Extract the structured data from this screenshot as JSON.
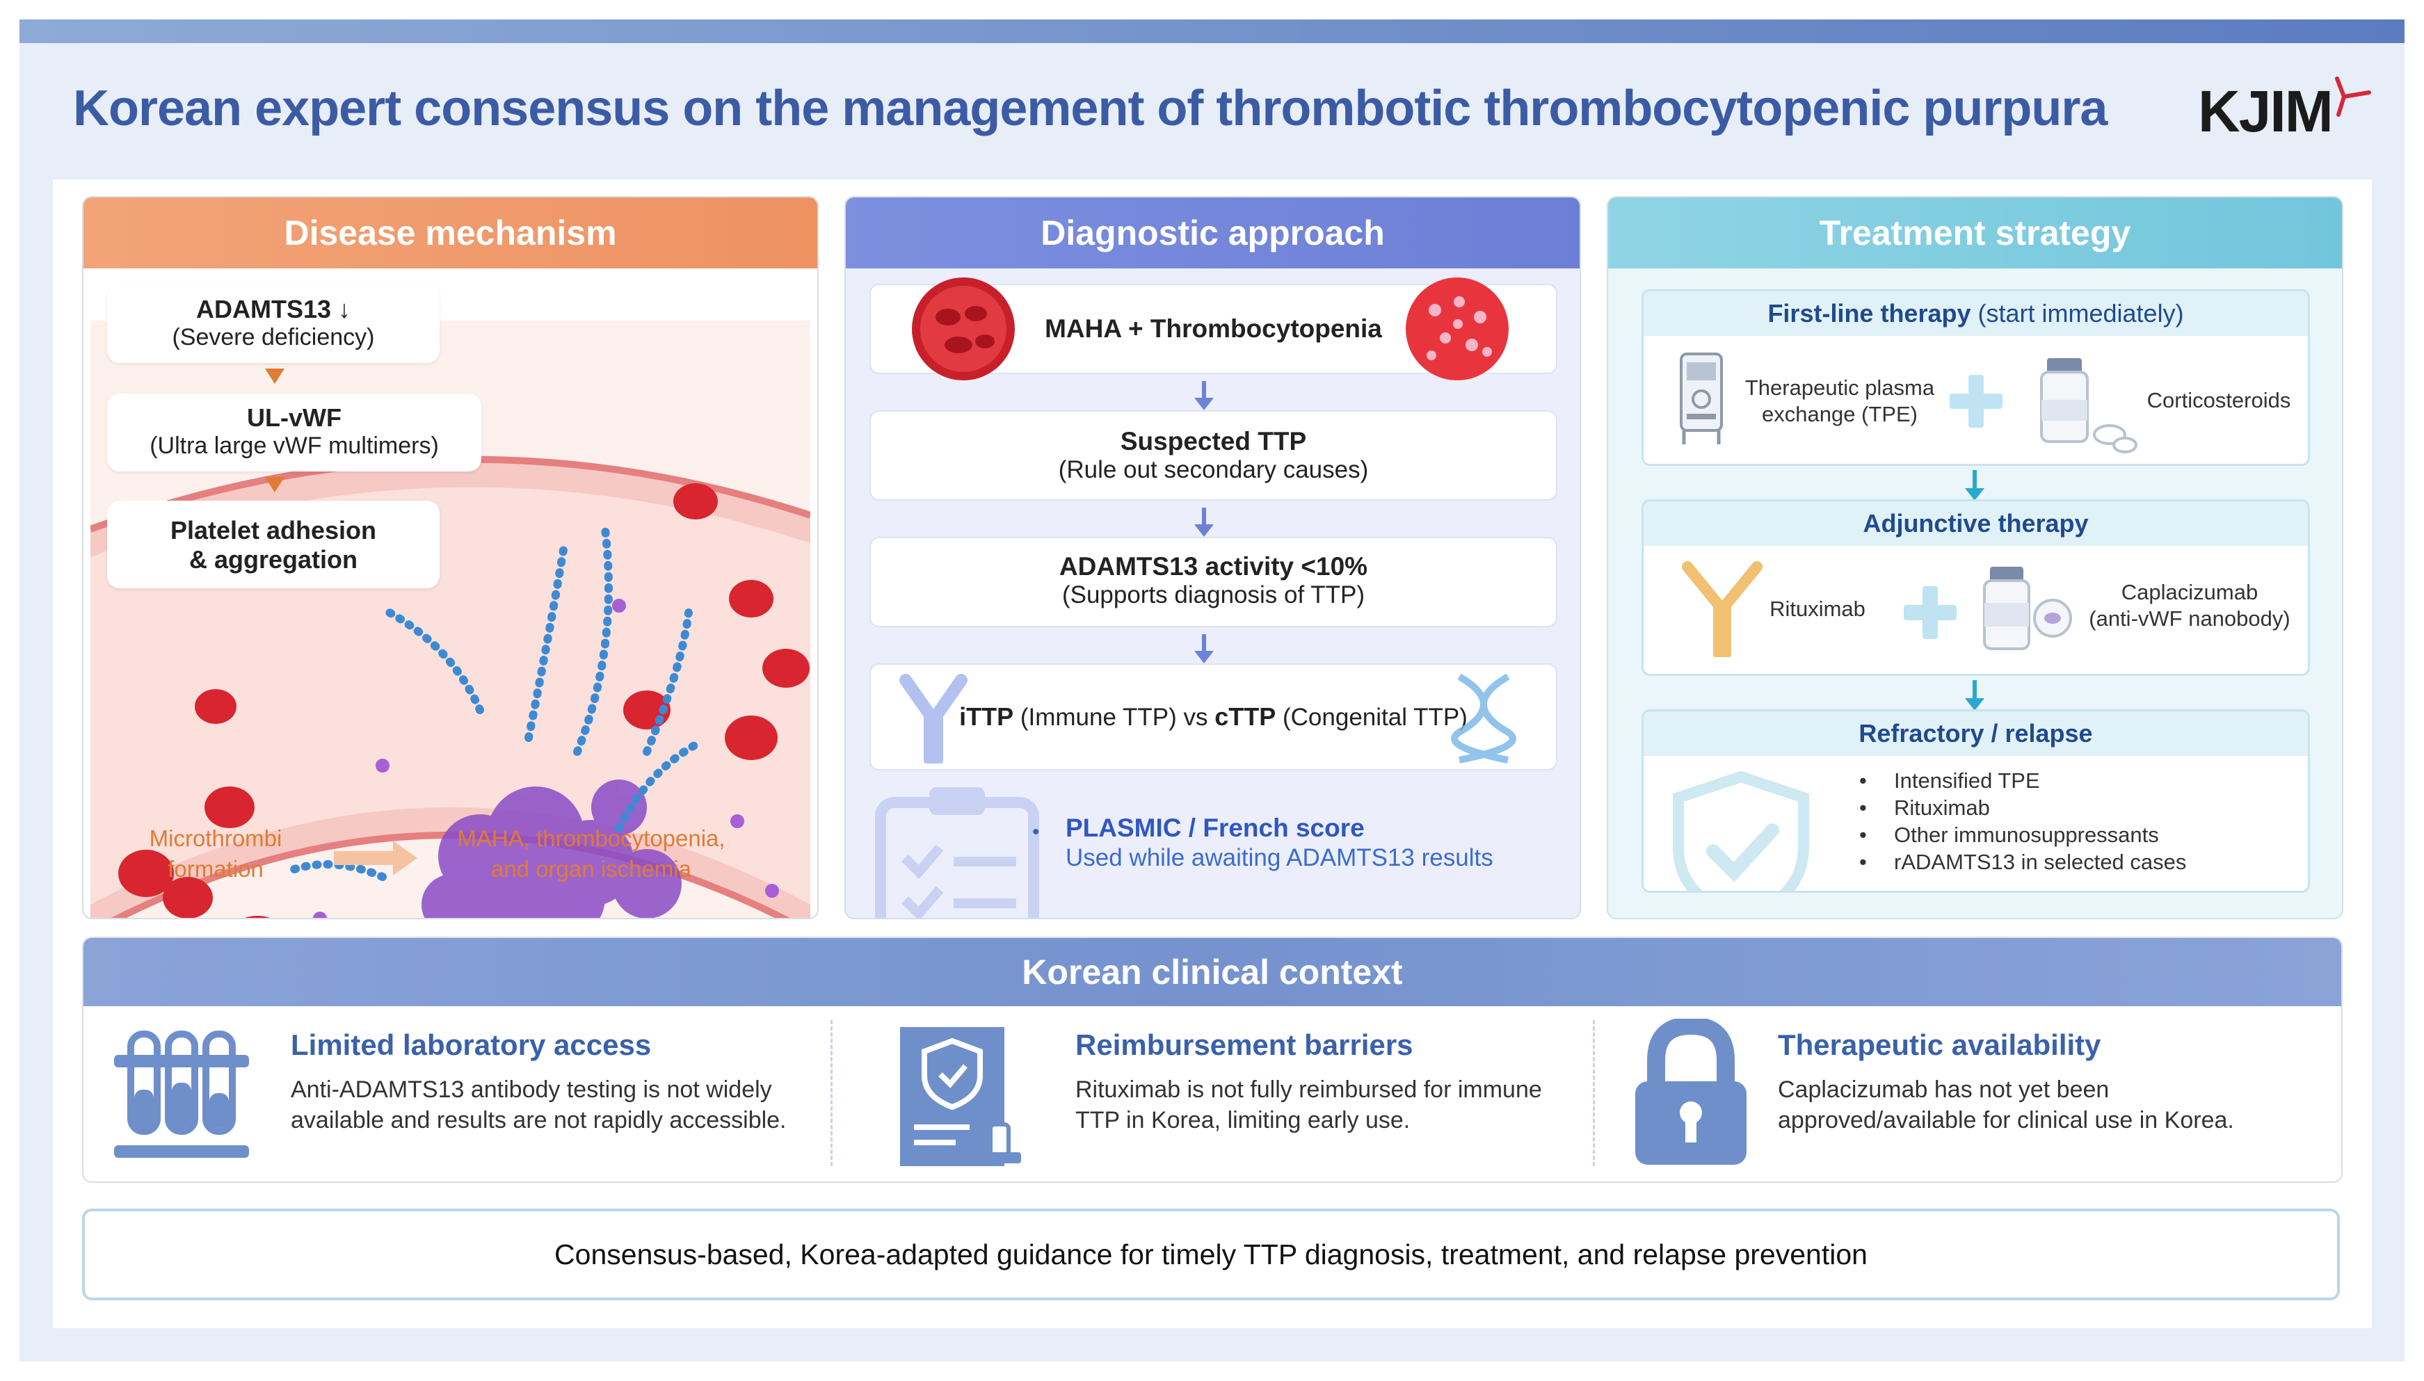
{
  "header": {
    "title": "Korean expert consensus on the management of thrombotic thrombocytopenic purpura",
    "logo_text": "KJIM"
  },
  "mechanism": {
    "heading": "Disease mechanism",
    "box1_bold": "ADAMTS13 ↓",
    "box1_sub": "(Severe deficiency)",
    "box2_bold": "UL-vWF",
    "box2_sub": "(Ultra large vWF multimers)",
    "box3_line1": "Platelet adhesion",
    "box3_line2": "& aggregation",
    "foot_left_1": "Microthrombi",
    "foot_left_2": "formation",
    "foot_right_1": "MAHA, thrombocytopenia,",
    "foot_right_2": "and organ ischemia",
    "accent": "#e07b33"
  },
  "diagnostic": {
    "heading": "Diagnostic approach",
    "step1": "MAHA + Thrombocytopenia",
    "step2_bold": "Suspected TTP",
    "step2_sub": "(Rule out secondary causes)",
    "step3_bold": "ADAMTS13 activity <10%",
    "step3_sub": "(Supports diagnosis of TTP)",
    "step4_a": "iTTP",
    "step4_b": " (Immune TTP) vs ",
    "step4_c": "cTTP",
    "step4_d": " (Congenital TTP)",
    "score_title": "PLASMIC / French score",
    "score_sub": "Used while awaiting ADAMTS13 results",
    "accent": "#3a5fc2"
  },
  "treatment": {
    "heading": "Treatment strategy",
    "first_line_bold": "First-line therapy",
    "first_line_note": " (start immediately)",
    "tpe_1": "Therapeutic plasma",
    "tpe_2": "exchange (TPE)",
    "cortico": "Corticosteroids",
    "adjunct_heading": "Adjunctive therapy",
    "rituximab": "Rituximab",
    "capla_1": "Caplacizumab",
    "capla_2": "(anti-vWF nanobody)",
    "refractory_heading": "Refractory / relapse",
    "refractory_items": [
      "Intensified TPE",
      "Rituximab",
      "Other immunosuppressants",
      "rADAMTS13 in selected cases"
    ],
    "accent": "#2ba8cf"
  },
  "context": {
    "heading": "Korean clinical context",
    "items": [
      {
        "title": "Limited laboratory access",
        "line1": "Anti-ADAMTS13 antibody testing is not widely",
        "line2": "available and results are not rapidly accessible."
      },
      {
        "title": "Reimbursement barriers",
        "line1": "Rituximab is not fully reimbursed for immune",
        "line2": "TTP in Korea, limiting early use."
      },
      {
        "title": "Therapeutic availability",
        "line1": "Caplacizumab has not yet been",
        "line2": "approved/available for clinical use in Korea."
      }
    ],
    "icon_color": "#6f8fcb"
  },
  "banner": {
    "text": "Consensus-based, Korea-adapted guidance for timely TTP diagnosis, treatment, and relapse prevention"
  }
}
